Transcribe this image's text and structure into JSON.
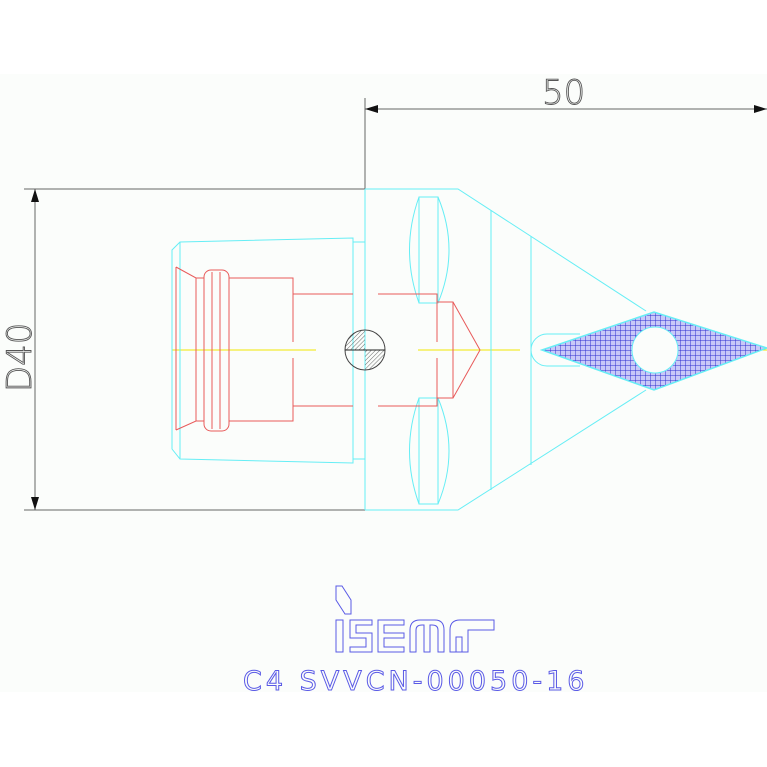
{
  "drawing": {
    "title": "C4 SVVCN-00050-16",
    "brand": "iscar",
    "dimensions": {
      "length_label": "50",
      "diameter_label": "D40"
    },
    "colors": {
      "background": "#fbfdfb",
      "outline": "#66eef5",
      "internal": "#e85a5a",
      "centerline": "#f0e800",
      "dimension": "#666666",
      "insert_hatch": "#3030d0",
      "title": "#5a5ae6"
    }
  }
}
